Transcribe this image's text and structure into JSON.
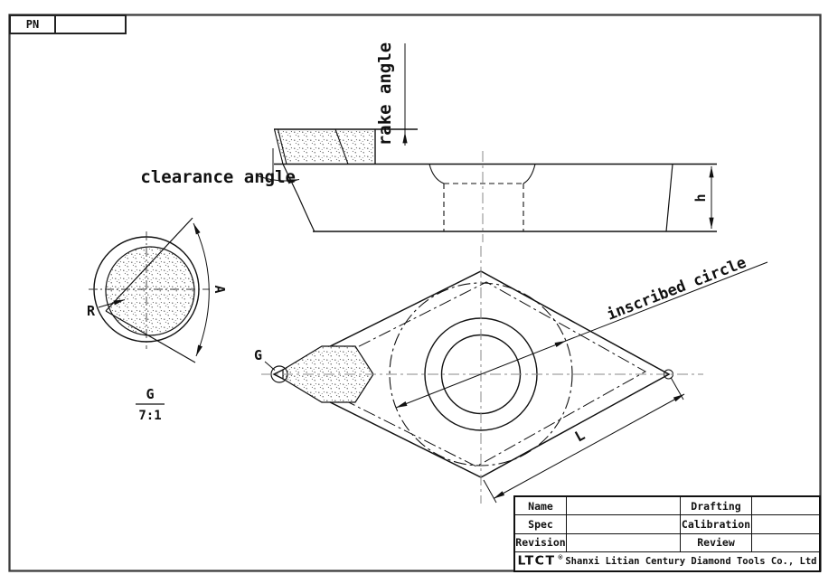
{
  "frame": {
    "part_label": "PN"
  },
  "side_view": {
    "rake_angle_label": "rake angle",
    "clearance_angle_label": "clearance angle",
    "thickness_label": "h"
  },
  "detail_view": {
    "view_id": "G",
    "scale": "7:1",
    "tip_radius_label": "R",
    "tip_angle_label": "A"
  },
  "plan_view": {
    "tip_mark_label": "G",
    "inscribed_circle_label": "inscribed circle",
    "length_label": "L"
  },
  "title_block": {
    "rows": [
      {
        "left_label": "Name",
        "left_value": "",
        "right_label": "Drafting",
        "right_value": ""
      },
      {
        "left_label": "Spec",
        "left_value": "",
        "right_label": "Calibration",
        "right_value": ""
      },
      {
        "left_label": "Revision",
        "left_value": "",
        "right_label": "Review",
        "right_value": ""
      }
    ],
    "logo_text": "LTCT",
    "registered_mark": "®",
    "company_name": "Shanxi Litian Century Diamond Tools Co., Ltd"
  },
  "colors": {
    "line": "#111111",
    "centerline": "#8a8a8a",
    "stipple_dot": "#555555",
    "frame_border": "#3d3d3d"
  }
}
